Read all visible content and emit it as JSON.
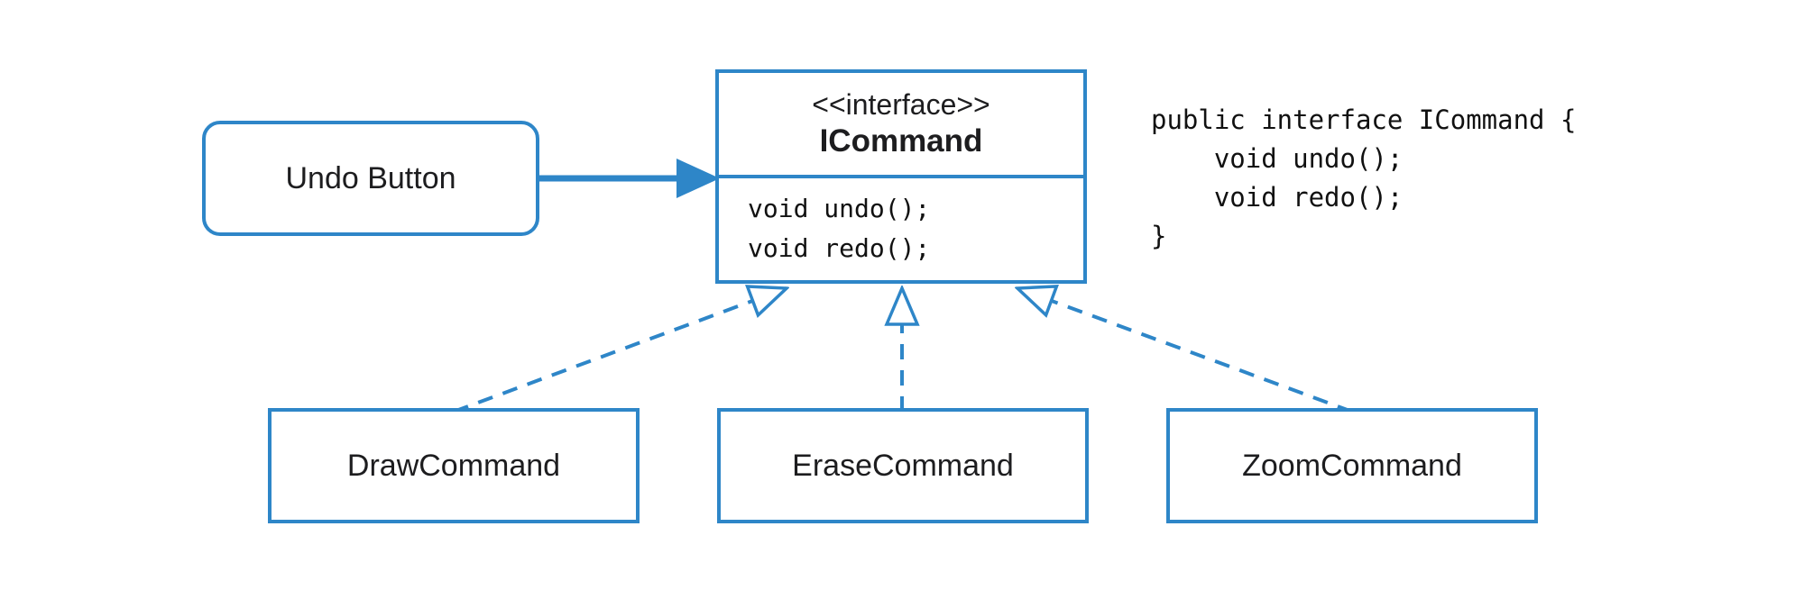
{
  "diagram": {
    "colors": {
      "accent": "#2e86c8",
      "text": "#1d1d1f",
      "background": "#ffffff"
    },
    "undo_button": {
      "label": "Undo Button"
    },
    "interface_box": {
      "stereotype": "<<interface>>",
      "name": "ICommand",
      "methods": [
        "void undo();",
        "void redo();"
      ]
    },
    "code_snippet": {
      "lines": [
        "public interface ICommand {",
        "    void undo();",
        "    void redo();",
        "}"
      ]
    },
    "implementations": [
      {
        "label": "DrawCommand"
      },
      {
        "label": "EraseCommand"
      },
      {
        "label": "ZoomCommand"
      }
    ]
  }
}
